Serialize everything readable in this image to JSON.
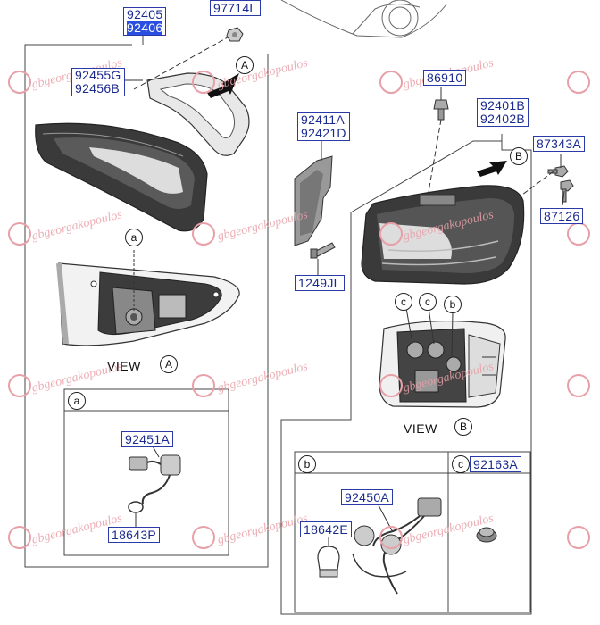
{
  "part_numbers": {
    "p92405": "92405",
    "p92406": "92406",
    "p97714L": "97714L",
    "p92455G": "92455G",
    "p92456B": "92456B",
    "p86910": "86910",
    "p92401B": "92401B",
    "p92402B": "92402B",
    "p92411A": "92411A",
    "p92421D": "92421D",
    "p87343A": "87343A",
    "p87126": "87126",
    "p1249JL": "1249JL",
    "p92451A": "92451A",
    "p18643P": "18643P",
    "p92163A": "92163A",
    "p92450A": "92450A",
    "p18642E": "18642E"
  },
  "labels": {
    "view_a": "VIEW",
    "view_b": "VIEW",
    "ref_a": "A",
    "ref_b": "B",
    "detail_a": "a",
    "detail_b": "b",
    "detail_c": "c"
  },
  "watermark": {
    "text": "gbgeorgakopoulos",
    "color": "#e8a0a8"
  }
}
